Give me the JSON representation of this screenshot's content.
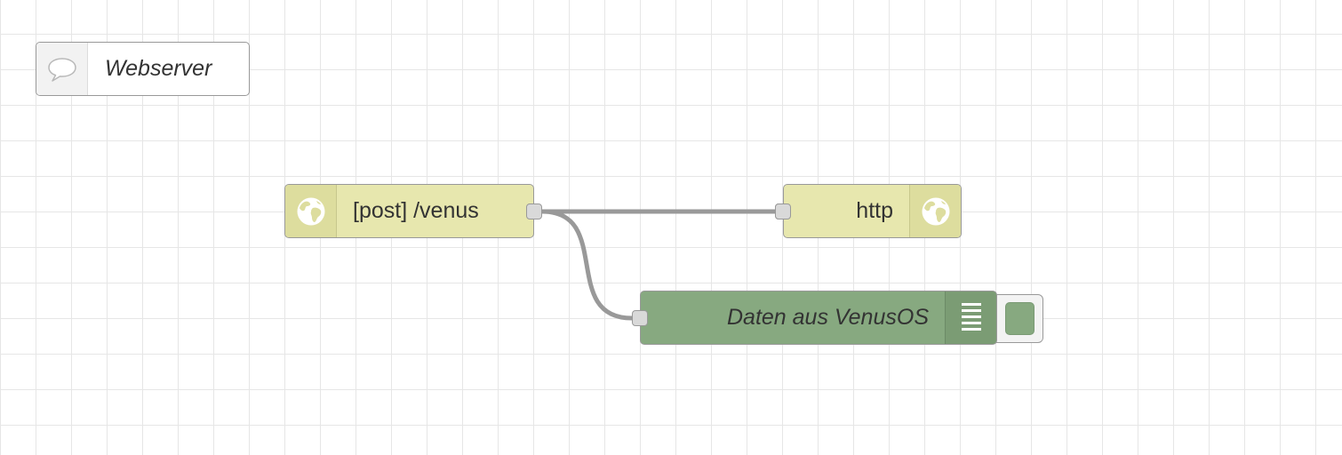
{
  "canvas": {
    "grid": true
  },
  "nodes": {
    "comment": {
      "label": "Webserver",
      "type": "comment",
      "icon": "comment-icon"
    },
    "http_in": {
      "label": "[post] /venus",
      "type": "http in",
      "icon": "globe-icon"
    },
    "http_response": {
      "label": "http",
      "type": "http response",
      "icon": "globe-icon"
    },
    "debug": {
      "label": "Daten aus VenusOS",
      "type": "debug",
      "icon": "debug-list-icon",
      "enabled": true
    }
  },
  "wires": [
    {
      "from": "http_in",
      "to": "http_response"
    },
    {
      "from": "http_in",
      "to": "debug"
    }
  ],
  "colors": {
    "grid": "#e6e6e6",
    "wire": "#999999",
    "http_node": "#e7e7ae",
    "debug_node": "#87a980",
    "comment_node": "#ffffff"
  }
}
